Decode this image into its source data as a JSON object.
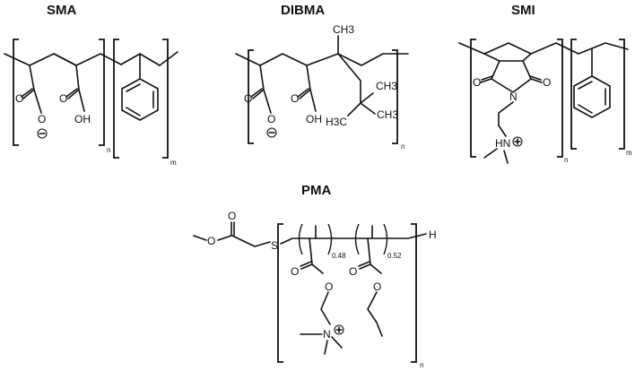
{
  "structures": {
    "sma": {
      "title": "SMA",
      "atoms": {
        "o_minus": "O",
        "o_carbonyl_1": "O",
        "o_carbonyl_2": "O",
        "oh": "OH"
      },
      "subscripts": {
        "n": "n",
        "m": "m"
      }
    },
    "dibma": {
      "title": "DIBMA",
      "atoms": {
        "methyl_top": "CH3",
        "methyl_right": "CH3",
        "methyl_left": "H3C",
        "o_minus": "O",
        "o_carbonyl_1": "O",
        "o_carbonyl_2": "O",
        "oh": "OH"
      },
      "subscripts": {
        "n": "n"
      }
    },
    "smi": {
      "title": "SMI",
      "atoms": {
        "o_left": "O",
        "o_right": "O",
        "n_ring": "N",
        "hn_plus": "HN"
      },
      "subscripts": {
        "n": "n",
        "m": "m"
      }
    },
    "pma": {
      "title": "PMA",
      "atoms": {
        "o_ester_top": "O",
        "o_ether": "O",
        "s": "S",
        "h": "H",
        "o_c1": "O",
        "o_c1_ether": "O",
        "o_c2": "O",
        "o_c2_ether": "O",
        "n_plus": "N"
      },
      "subscripts": {
        "f1": "0.48",
        "f2": "0.52",
        "n": "n"
      }
    }
  }
}
